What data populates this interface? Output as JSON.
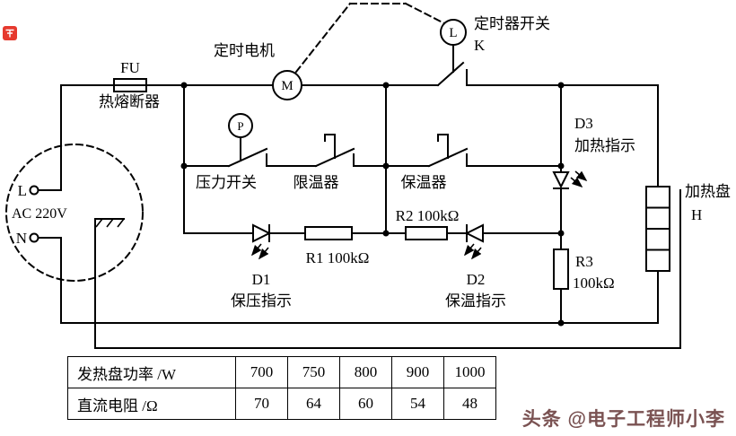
{
  "labels": {
    "timer_motor": "定时电机",
    "motor": "M",
    "timer_lamp": "L",
    "timer_switch_line1": "定时器开关",
    "timer_switch_line2": "K",
    "fuse": "FU",
    "thermal_fuse": "热熔断器",
    "line_l": "L",
    "ac": "AC 220V",
    "line_n": "N",
    "pressure": "P",
    "pressure_switch": "压力开关",
    "temp_limiter": "限温器",
    "warm_keeper": "保温器",
    "d1_name": "D1",
    "d1_desc": "保压指示",
    "d2_name": "D2",
    "d2_desc": "保温指示",
    "d3_name": "D3",
    "d3_desc": "加热指示",
    "r1_label": "R1 100kΩ",
    "r2_label": "R2 100kΩ",
    "r3_name": "R3",
    "r3_value": "100kΩ",
    "heater_plate": "加热盘",
    "heater_symbol": "H"
  },
  "table": {
    "rows": [
      {
        "header": "发热盘功率 /W",
        "values": [
          "700",
          "750",
          "800",
          "900",
          "1000"
        ]
      },
      {
        "header": "直流电阻 /Ω",
        "values": [
          "70",
          "64",
          "60",
          "54",
          "48"
        ]
      }
    ]
  },
  "watermark": {
    "text": "头条 @电子工程师小李"
  },
  "colors": {
    "wire": "#000000",
    "logo_red": "#e6392e",
    "watermark_text": "#7a5252"
  }
}
